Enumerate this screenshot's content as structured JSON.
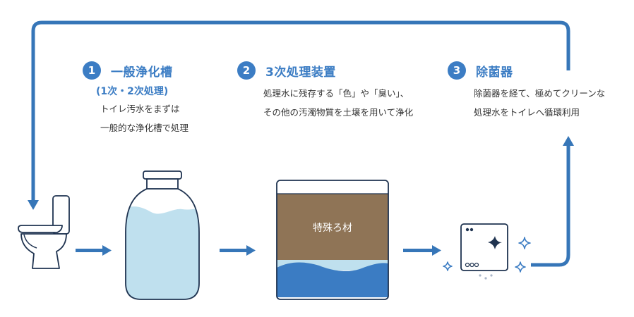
{
  "colors": {
    "accent": "#3c7dc4",
    "line": "#3676b8",
    "water_light": "#bfe0ee",
    "water_dark": "#3b7cc3",
    "material": "#8f7456",
    "outline": "#1f3350"
  },
  "steps": [
    {
      "number": "1",
      "title": "一般浄化槽",
      "subtitle": "(1次・2次処理)",
      "lines": [
        "トイレ汚水をまずは",
        "一般的な浄化槽で処理"
      ]
    },
    {
      "number": "2",
      "title": "3次処理装置",
      "lines": [
        "処理水に残存する「色」や「臭い」、",
        "その他の汚濁物質を土壌を用いて浄化"
      ]
    },
    {
      "number": "3",
      "title": "除菌器",
      "lines": [
        "除菌器を経て、極めてクリーンな",
        "処理水をトイレへ循環利用"
      ]
    }
  ],
  "filter_label": "特殊ろ材",
  "icons": [
    "toilet-icon",
    "septic-tank-icon",
    "soil-filter-icon",
    "sterilizer-icon",
    "sparkle-icon",
    "arrow-right-icon",
    "return-loop-arrow"
  ]
}
